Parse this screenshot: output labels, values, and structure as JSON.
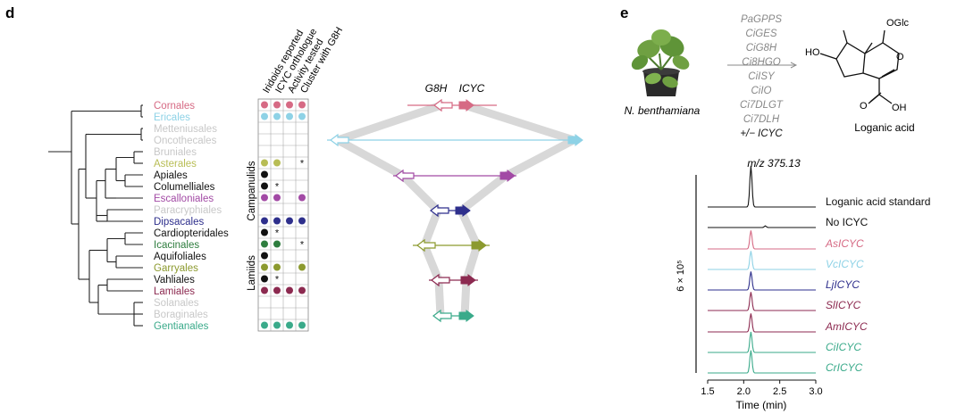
{
  "panel_d": {
    "label": "d",
    "column_headers": [
      "Iridoids reported",
      "ICYC orthologue",
      "Activity tested",
      "Cluster with G8H"
    ],
    "group_labels": {
      "campanulids": "Campanulids",
      "lamiids": "Lamiids"
    },
    "gene_labels": {
      "g8h": "G8H",
      "icyc": "ICYC"
    },
    "orders": [
      {
        "name": "Cornales",
        "color": "#d66a84",
        "marks": [
          "c",
          "c",
          "c",
          "c"
        ]
      },
      {
        "name": "Ericales",
        "color": "#8ed2e6",
        "marks": [
          "c",
          "c",
          "c",
          "c"
        ]
      },
      {
        "name": "Metteniusales",
        "color": "#c8c8c8",
        "marks": [
          "",
          "",
          "",
          ""
        ]
      },
      {
        "name": "Oncothecales",
        "color": "#c8c8c8",
        "marks": [
          "",
          "",
          "",
          ""
        ]
      },
      {
        "name": "Bruniales",
        "color": "#c8c8c8",
        "marks": [
          "",
          "",
          "",
          ""
        ]
      },
      {
        "name": "Asterales",
        "color": "#b8bd55",
        "marks": [
          "c",
          "c",
          "",
          "*"
        ]
      },
      {
        "name": "Apiales",
        "color": "#111111",
        "marks": [
          "c",
          "",
          "",
          ""
        ]
      },
      {
        "name": "Columelliales",
        "color": "#111111",
        "marks": [
          "c",
          "*",
          "",
          ""
        ]
      },
      {
        "name": "Escalloniales",
        "color": "#a24aa5",
        "marks": [
          "c",
          "c",
          "",
          "c"
        ]
      },
      {
        "name": "Paracryphiales",
        "color": "#c8c8c8",
        "marks": [
          "",
          "",
          "",
          ""
        ]
      },
      {
        "name": "Dipsacales",
        "color": "#2e2f8c",
        "marks": [
          "c",
          "c",
          "c",
          "c"
        ]
      },
      {
        "name": "Cardiopteridales",
        "color": "#111111",
        "marks": [
          "c",
          "*",
          "",
          ""
        ]
      },
      {
        "name": "Icacinales",
        "color": "#2e7d3e",
        "marks": [
          "c",
          "c",
          "",
          "*"
        ]
      },
      {
        "name": "Aquifoliales",
        "color": "#111111",
        "marks": [
          "c",
          "",
          "",
          ""
        ]
      },
      {
        "name": "Garryales",
        "color": "#8c9a2f",
        "marks": [
          "c",
          "c",
          "",
          "c"
        ]
      },
      {
        "name": "Vahliales",
        "color": "#111111",
        "marks": [
          "c",
          "*",
          "",
          ""
        ]
      },
      {
        "name": "Lamiales",
        "color": "#8c2a50",
        "marks": [
          "c",
          "c",
          "c",
          "c"
        ]
      },
      {
        "name": "Solanales",
        "color": "#c8c8c8",
        "marks": [
          "",
          "",
          "",
          ""
        ]
      },
      {
        "name": "Boraginales",
        "color": "#c8c8c8",
        "marks": [
          "",
          "",
          "",
          ""
        ]
      },
      {
        "name": "Gentianales",
        "color": "#3aaa8a",
        "marks": [
          "c",
          "c",
          "c",
          "c"
        ]
      }
    ],
    "gene_pairs": [
      {
        "color": "#d66a84"
      },
      {
        "color": "#8ed2e6"
      },
      {
        "color": "#a24aa5"
      },
      {
        "color": "#2e2f8c"
      },
      {
        "color": "#8c9a2f"
      },
      {
        "color": "#8c2a50"
      },
      {
        "color": "#3aaa8a"
      }
    ]
  },
  "panel_e": {
    "label": "e",
    "plant_label": "N. benthamiana",
    "enzymes": [
      "PaGPPS",
      "CiGES",
      "CiG8H",
      "Ci8HGO",
      "CiISY",
      "CiIO",
      "Ci7DLGT",
      "Ci7DLH",
      "+/− ICYC"
    ],
    "product": "Loganic acid",
    "structure_labels": {
      "oglc": "OGlc",
      "ho": "HO",
      "oh": "OH",
      "o_ring": "O",
      "o_acid": "O"
    },
    "mz_label": "m/z 375.13",
    "y_scale_label": "6 × 10⁵",
    "xlabel": "Time (min)",
    "traces": [
      {
        "name": "Loganic acid standard",
        "color": "#111111",
        "peak": 1.0,
        "italic": false
      },
      {
        "name": "No ICYC",
        "color": "#111111",
        "peak": 0.0,
        "italic": false
      },
      {
        "name": "AsICYC",
        "color": "#d66a84",
        "peak": 0.45,
        "italic": true
      },
      {
        "name": "VcICYC",
        "color": "#8ed2e6",
        "peak": 0.45,
        "italic": true
      },
      {
        "name": "LjICYC",
        "color": "#2e2f8c",
        "peak": 0.45,
        "italic": true
      },
      {
        "name": "SlICYC",
        "color": "#8c2a50",
        "peak": 0.45,
        "italic": true
      },
      {
        "name": "AmICYC",
        "color": "#8c2a50",
        "peak": 0.45,
        "italic": true
      },
      {
        "name": "CiICYC",
        "color": "#3aaa8a",
        "peak": 0.5,
        "italic": true
      },
      {
        "name": "CrICYC",
        "color": "#3aaa8a",
        "peak": 0.55,
        "italic": true
      }
    ],
    "chart_data": {
      "type": "line",
      "title": "m/z 375.13",
      "xlabel": "Time (min)",
      "ylabel": "6 × 10⁵",
      "xlim": [
        1.5,
        3.0
      ],
      "xticks": [
        "1.5",
        "2.0",
        "2.5",
        "3.0"
      ],
      "peak_time": 2.1
    }
  }
}
